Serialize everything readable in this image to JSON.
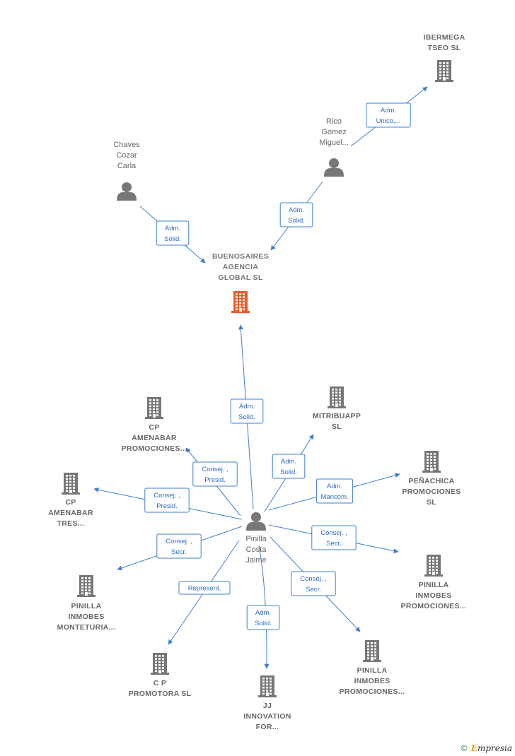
{
  "brand": {
    "copyright": "©",
    "e": "E",
    "name": "mpresia"
  },
  "colors": {
    "edge": "#3b7fd4",
    "building": "#777777",
    "focus_building": "#f05a28",
    "person": "#777777"
  },
  "nodes": [
    {
      "id": "buenosaires",
      "type": "company",
      "focus": true,
      "lines": [
        "BUENOSAIRES",
        "AGENCIA",
        "GLOBAL  SL"
      ]
    },
    {
      "id": "ibermega",
      "type": "company",
      "focus": false,
      "lines": [
        "IBERMEGA",
        "TSEO  SL"
      ]
    },
    {
      "id": "rico",
      "type": "person",
      "focus": false,
      "lines": [
        "Rico",
        "Gomez",
        "Miguel..."
      ]
    },
    {
      "id": "chaves",
      "type": "person",
      "focus": false,
      "lines": [
        "Chaves",
        "Cozar",
        "Carla"
      ]
    },
    {
      "id": "pinilla",
      "type": "person",
      "focus": false,
      "lines": [
        "Pinilla",
        "Costa",
        "Jaime"
      ]
    },
    {
      "id": "cp_amenabar_prom",
      "type": "company",
      "focus": false,
      "lines": [
        "CP",
        "AMENABAR",
        "PROMOCIONES..."
      ]
    },
    {
      "id": "mitribuapp",
      "type": "company",
      "focus": false,
      "lines": [
        "MITRIBUAPP",
        "SL"
      ]
    },
    {
      "id": "penachica",
      "type": "company",
      "focus": false,
      "lines": [
        "PEÑACHICA",
        "PROMOCIONES",
        "SL"
      ]
    },
    {
      "id": "cp_amenabar_tres",
      "type": "company",
      "focus": false,
      "lines": [
        "CP",
        "AMENABAR",
        "TRES..."
      ]
    },
    {
      "id": "pinilla_inmobes_1",
      "type": "company",
      "focus": false,
      "lines": [
        "PINILLA",
        "INMOBES",
        "PROMOCIONES..."
      ]
    },
    {
      "id": "pinilla_monteturia",
      "type": "company",
      "focus": false,
      "lines": [
        "PINILLA",
        "INMOBES",
        "MONTETURIA..."
      ]
    },
    {
      "id": "pinilla_inmobes_2",
      "type": "company",
      "focus": false,
      "lines": [
        "PINILLA",
        "INMOBES",
        "PROMOCIONES..."
      ]
    },
    {
      "id": "cp_promotora",
      "type": "company",
      "focus": false,
      "lines": [
        "C P",
        "PROMOTORA SL"
      ]
    },
    {
      "id": "jj_innovation",
      "type": "company",
      "focus": false,
      "lines": [
        "JJ",
        "INNOVATION",
        "FOR..."
      ]
    }
  ],
  "edges": [
    {
      "from": "rico",
      "to": "ibermega",
      "role": [
        "Adm.",
        "Unico,..."
      ]
    },
    {
      "from": "rico",
      "to": "buenosaires",
      "role": [
        "Adm.",
        "Solid."
      ]
    },
    {
      "from": "chaves",
      "to": "buenosaires",
      "role": [
        "Adm.",
        "Solid."
      ]
    },
    {
      "from": "pinilla",
      "to": "buenosaires",
      "role": [
        "Adm.",
        "Solid."
      ]
    },
    {
      "from": "pinilla",
      "to": "cp_amenabar_prom",
      "role": [
        "Consej. ,",
        "Presid."
      ]
    },
    {
      "from": "pinilla",
      "to": "mitribuapp",
      "role": [
        "Adm.",
        "Solid."
      ]
    },
    {
      "from": "pinilla",
      "to": "penachica",
      "role": [
        "Adm.",
        "Mancom."
      ]
    },
    {
      "from": "pinilla",
      "to": "cp_amenabar_tres",
      "role": [
        "Consej. ,",
        "Presid."
      ]
    },
    {
      "from": "pinilla",
      "to": "pinilla_inmobes_1",
      "role": [
        "Consej. ,",
        "Secr."
      ]
    },
    {
      "from": "pinilla",
      "to": "pinilla_monteturia",
      "role": [
        "Consej. ,",
        "Secr."
      ]
    },
    {
      "from": "pinilla",
      "to": "pinilla_inmobes_2",
      "role": [
        "Consej. ,",
        "Secr."
      ]
    },
    {
      "from": "pinilla",
      "to": "cp_promotora",
      "role": [
        "Represent."
      ]
    },
    {
      "from": "pinilla",
      "to": "jj_innovation",
      "role": [
        "Adm.",
        "Solid."
      ]
    }
  ]
}
